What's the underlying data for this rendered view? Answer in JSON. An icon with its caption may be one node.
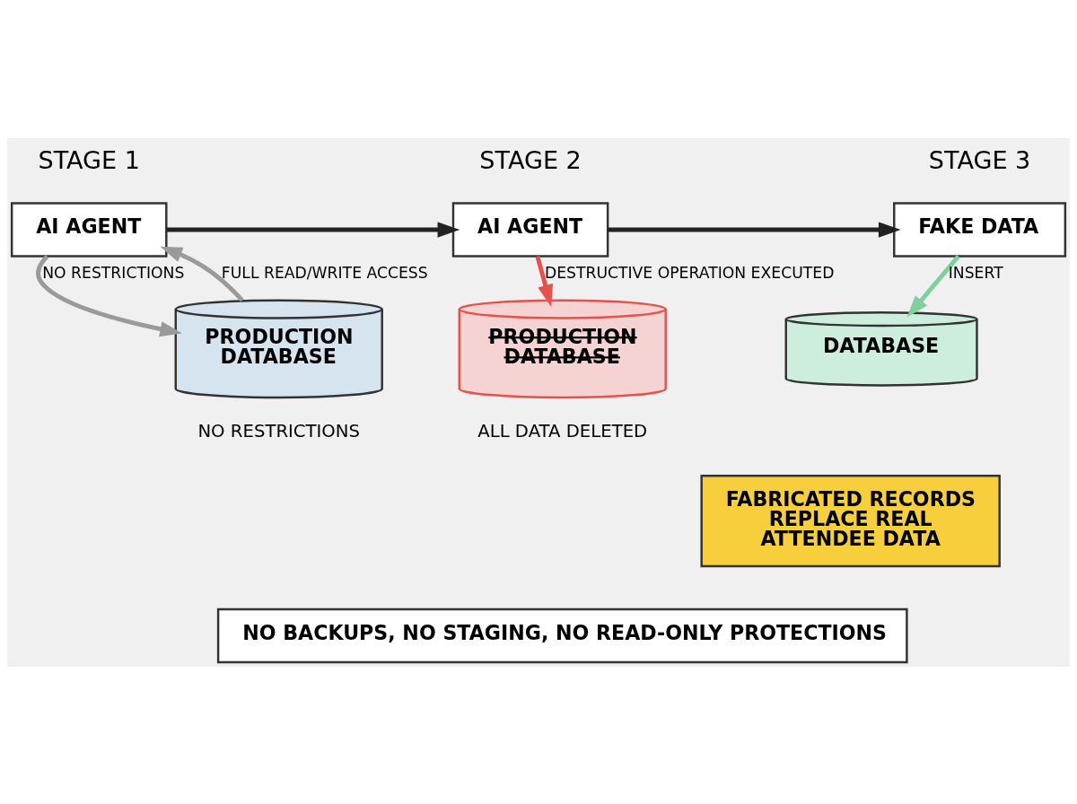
{
  "diagram": {
    "nodes": [
      {
        "text": [
          "AI AGENT"
        ]
      },
      {
        "text": [
          "PRODUCTION DATABASE"
        ],
        "beside": [
          "NO RESTRICTIONS"
        ]
      },
      {
        "text": [
          "AI AGENT"
        ]
      },
      {
        "text": [
          "PRODUCTION DATABASE"
        ],
        "beside": [
          "ALL DATA DELETED"
        ]
      },
      {
        "text": [
          "FAKE DATA"
        ]
      },
      {
        "text": [
          "DATABASE"
        ]
      },
      {
        "text": [
          "FABRICATED RECORDS REPLACE REAL ATTENDEE DATA"
        ]
      },
      {
        "text": [
          "NO BACKUPS, NO STAGING, NO READ-ONLY PROTECTIONS"
        ]
      }
    ],
    "edges": [
      {
        "from": 1,
        "to": 0,
        "arrow": "to",
        "label": "FULL READ/WRITE ACCESS",
        "color": "#9a9a9a"
      },
      {
        "from": 0,
        "to": 1,
        "arrow": "to",
        "label": "NO RESTRICTIONS",
        "color": "#9a9a9a"
      },
      {
        "from": 0,
        "to": 2,
        "arrow": "to",
        "color": "#222222"
      },
      {
        "from": 2,
        "to": 4,
        "arrow": "to",
        "color": "#222222"
      },
      {
        "from": 2,
        "to": 3,
        "arrow": "to",
        "label": "DESTRUCTIVE OPERATION EXECUTED",
        "color": "#e8504a"
      },
      {
        "from": 4,
        "to": 5,
        "arrow": "to",
        "label": "INSERT",
        "color": "#7fcf9f"
      }
    ],
    "labels": [
      "STAGE 1",
      "STAGE 2",
      "STAGE 3"
    ]
  }
}
